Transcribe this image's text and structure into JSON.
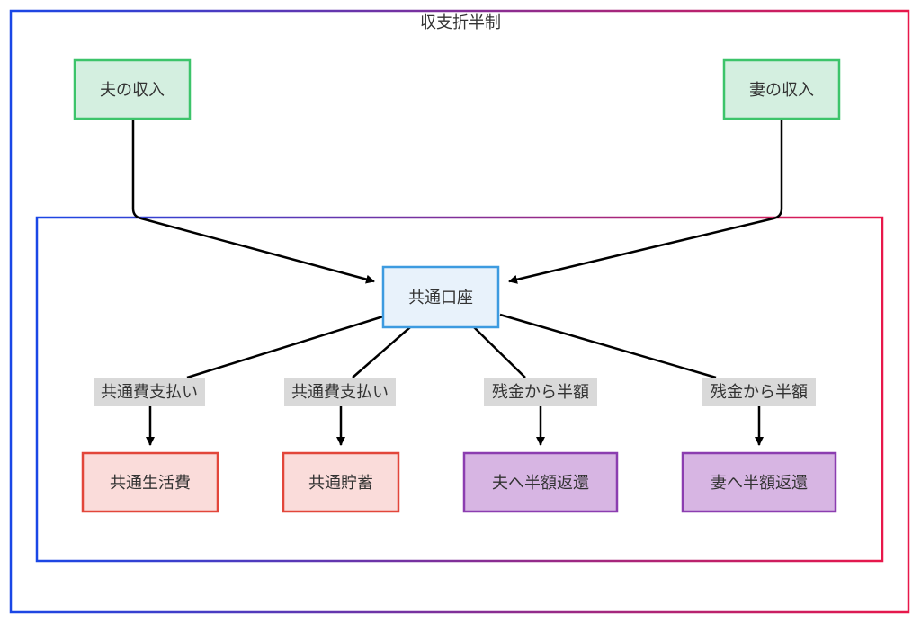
{
  "diagram": {
    "title": "収支折半制",
    "income": {
      "husband": "夫の収入",
      "wife": "妻の収入"
    },
    "account": "共通口座",
    "edges": {
      "pay1": "共通費支払い",
      "pay2": "共通費支払い",
      "rem1": "残金から半額",
      "rem2": "残金から半額"
    },
    "outputs": {
      "living": "共通生活費",
      "savings": "共通貯蓄",
      "return_husband": "夫へ半額返還",
      "return_wife": "妻へ半額返還"
    },
    "colors": {
      "frame_start": "#1a47e6",
      "frame_end": "#e8174a",
      "income_fill": "#d4efe0",
      "income_stroke": "#3cc46a",
      "account_fill": "#e8f2fb",
      "account_stroke": "#3d9be0",
      "expense_fill": "#fadcda",
      "expense_stroke": "#e2463a",
      "return_fill": "#d7b5e3",
      "return_stroke": "#8b3db0",
      "label_bg": "#d9d9d9"
    }
  }
}
